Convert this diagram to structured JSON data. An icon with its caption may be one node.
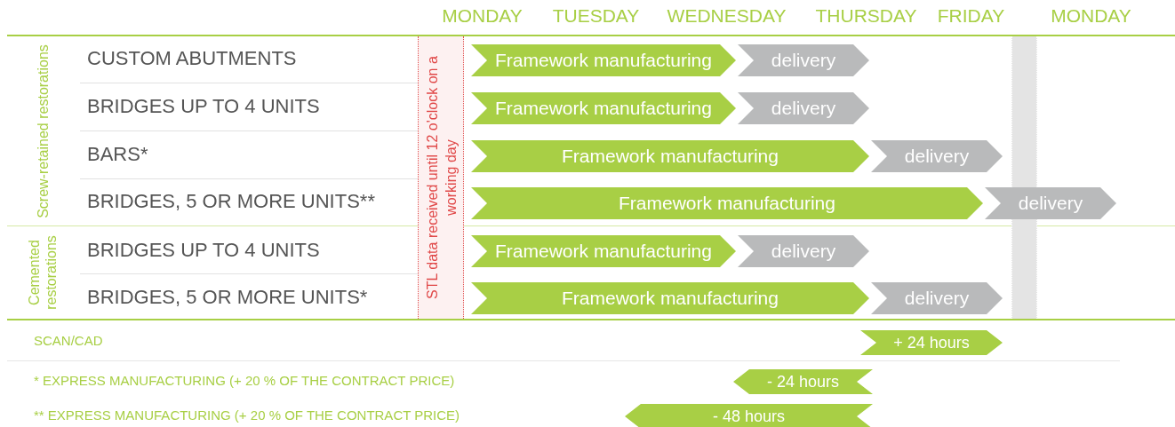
{
  "diagram": {
    "nodes": [
      {
        "text": [
          "STL data received until 12 o'clock on a working day"
        ]
      },
      {
        "text": [
          "Framework manufacturing"
        ]
      },
      {
        "text": [
          "delivery"
        ]
      },
      {
        "text": [
          "Framework manufacturing"
        ]
      },
      {
        "text": [
          "delivery"
        ]
      },
      {
        "text": [
          "Framework manufacturing"
        ]
      },
      {
        "text": [
          "delivery"
        ]
      },
      {
        "text": [
          "Framework manufacturing"
        ]
      },
      {
        "text": [
          "delivery"
        ]
      },
      {
        "text": [
          "Framework manufacturing"
        ]
      },
      {
        "text": [
          "delivery"
        ]
      },
      {
        "text": [
          "Framework manufacturing"
        ]
      },
      {
        "text": [
          "delivery"
        ]
      },
      {
        "text": [
          "+ 24 hours"
        ]
      },
      {
        "text": [
          "- 24 hours"
        ]
      },
      {
        "text": [
          "- 48 hours"
        ]
      },
      {
        "text": [],
        "shape": "bar"
      }
    ],
    "labels": [
      "MONDAY",
      "TUESDAY",
      "WEDNESDAY",
      "THURSDAY",
      "FRIDAY",
      "MONDAY",
      "Screw-retained restorations",
      "CUSTOM ABUTMENTS",
      "BRIDGES UP TO 4 UNITS",
      "BARS*",
      "BRIDGES, 5 OR MORE UNITS**",
      "Cemented restorations",
      "BRIDGES UP TO 4 UNITS",
      "BRIDGES, 5 OR MORE UNITS*",
      "SCAN/CAD",
      "* EXPRESS MANUFACTURING (+ 20 % OF THE CONTRACT PRICE)",
      "** EXPRESS MANUFACTURING (+ 20 % OF THE CONTRACT PRICE)"
    ]
  }
}
